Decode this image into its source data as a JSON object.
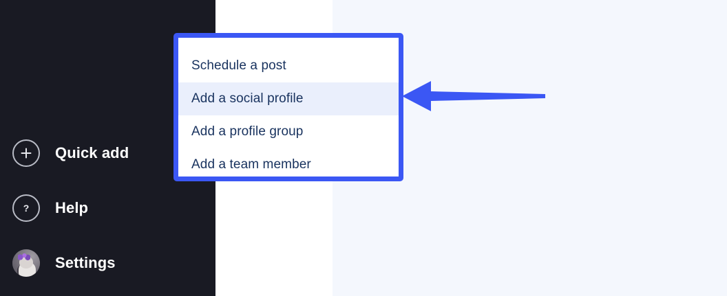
{
  "app": {
    "accent_color": "#3b57f4",
    "sidebar_bg": "#191a23",
    "canvas_bg": "#f4f7fd",
    "menu_text_color": "#18325e",
    "menu_highlight_bg": "#eaeffc"
  },
  "sidebar": {
    "items": [
      {
        "label": "Quick add",
        "icon": "plus-circle-icon"
      },
      {
        "label": "Help",
        "icon": "question-circle-icon"
      },
      {
        "label": "Settings",
        "icon": "user-avatar"
      }
    ]
  },
  "quick_add_menu": {
    "items": [
      {
        "label": "Schedule a post",
        "highlighted": false
      },
      {
        "label": "Add a social profile",
        "highlighted": true
      },
      {
        "label": "Add a profile group",
        "highlighted": false
      },
      {
        "label": "Add a team member",
        "highlighted": false
      }
    ]
  },
  "annotation": {
    "arrow_color": "#3b57f4",
    "direction": "left",
    "points_at": "Add a social profile"
  }
}
